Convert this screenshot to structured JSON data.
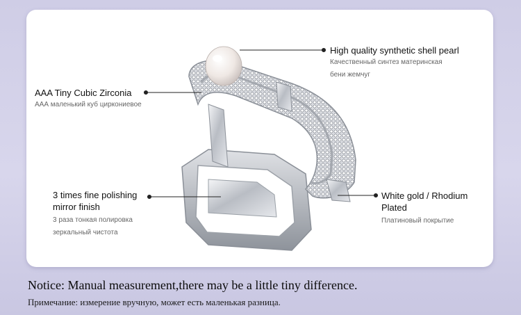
{
  "callouts": {
    "pearl": {
      "en": "High quality synthetic shell pearl",
      "ru1": "Качественный синтез материнская",
      "ru2": "бени жемчуг"
    },
    "zirconia": {
      "en": "AAA Tiny Cubic Zirconia",
      "ru": "ААА маленький куб циркониевое"
    },
    "polishing": {
      "en1": "3 times fine polishing",
      "en2": "mirror finish",
      "ru1": "3 раза тонкая полировка",
      "ru2": "зеркальный чистота"
    },
    "plating": {
      "en1": "White gold / Rhodium",
      "en2": "Plated",
      "ru": "Платиновый покрытие"
    }
  },
  "notice": {
    "en": "Notice: Manual measurement,there may be a little tiny difference.",
    "ru": "Примечание: измерение вручную, может есть маленькая разница."
  },
  "colors": {
    "background": "#d3d1e9",
    "card": "#ffffff",
    "metal": "#c8cbd0",
    "pearl": "#f4eeea"
  }
}
